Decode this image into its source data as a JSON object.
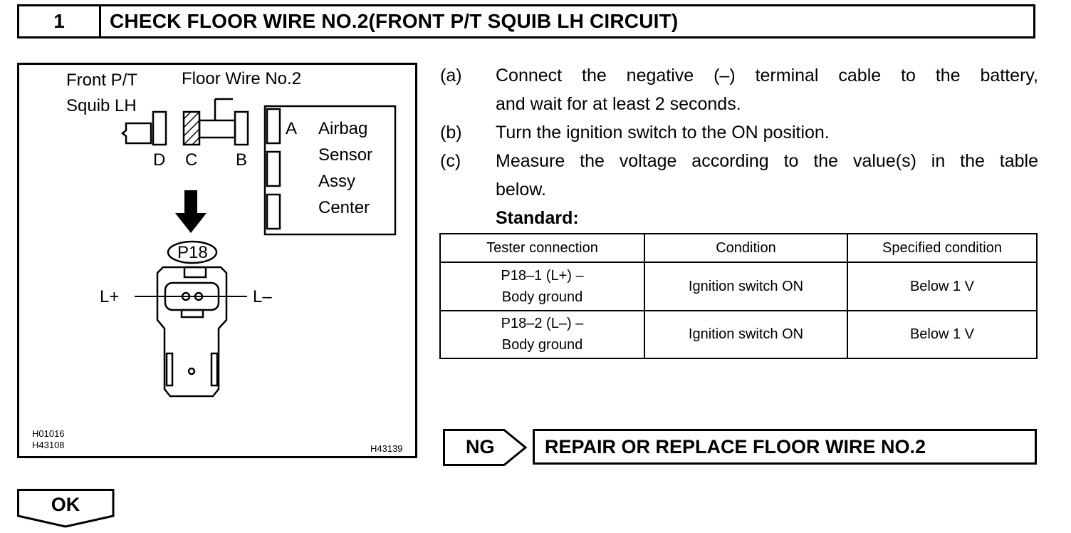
{
  "header": {
    "step_number": "1",
    "title": "CHECK FLOOR WIRE NO.2(FRONT P/T SQUIB LH CIRCUIT)"
  },
  "figure": {
    "squib_label_line1": "Front P/T",
    "squib_label_line2": "Squib LH",
    "floor_wire_label": "Floor Wire No.2",
    "pin_d": "D",
    "pin_c": "C",
    "pin_b": "B",
    "pin_a": "A",
    "sensor_line1": "Airbag",
    "sensor_line2": "Sensor",
    "sensor_line3": "Assy",
    "sensor_line4": "Center",
    "connector_code": "P18",
    "terminal_plus": "L+",
    "terminal_minus": "L–",
    "ref_code_1": "H01016",
    "ref_code_2": "H43108",
    "ref_code_3": "H43139"
  },
  "steps": [
    {
      "label": "(a)",
      "text_line1": "Connect the negative (–) terminal cable to the battery,",
      "text_line2": "and wait for at least 2 seconds."
    },
    {
      "label": "(b)",
      "text_line1": "Turn the ignition switch to the ON position."
    },
    {
      "label": "(c)",
      "text_line1": "Measure the voltage according to the value(s) in the table",
      "text_line2": "below."
    }
  ],
  "standard_label": "Standard:",
  "table": {
    "headers": [
      "Tester connection",
      "Condition",
      "Specified condition"
    ],
    "rows": [
      {
        "connection_line1": "P18–1 (L+) –",
        "connection_line2": "Body ground",
        "condition": "Ignition switch ON",
        "specified": "Below 1 V"
      },
      {
        "connection_line1": "P18–2 (L–) –",
        "connection_line2": "Body ground",
        "condition": "Ignition switch ON",
        "specified": "Below 1 V"
      }
    ]
  },
  "ng": {
    "label": "NG",
    "result": "REPAIR OR REPLACE FLOOR WIRE NO.2"
  },
  "ok": {
    "label": "OK"
  }
}
